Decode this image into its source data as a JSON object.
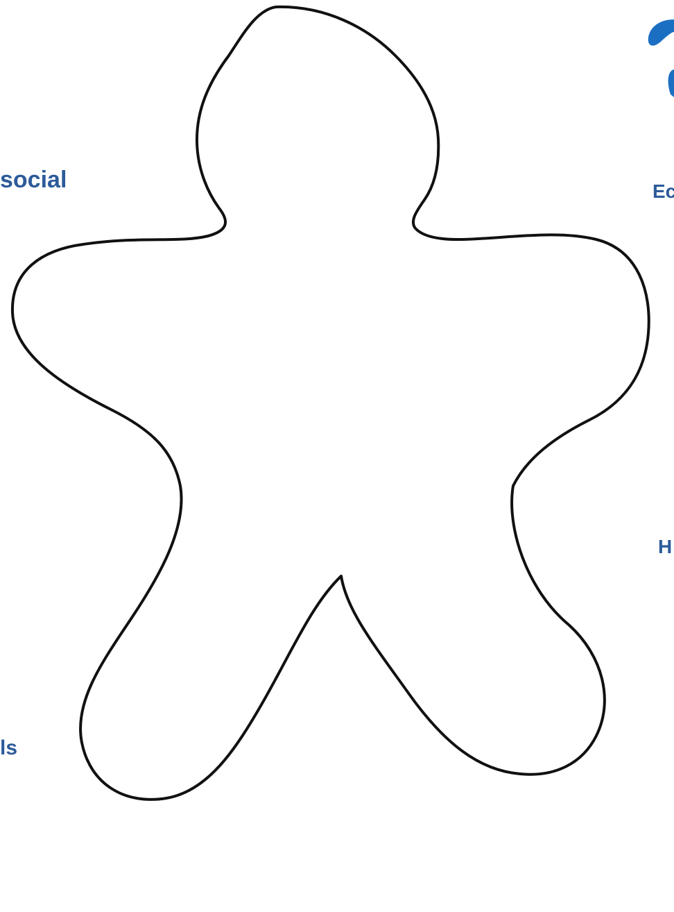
{
  "labels": {
    "left_top": "social",
    "right_top": "Ec",
    "right_middle": "H",
    "left_bottom": "ls"
  },
  "colors": {
    "outline": "#111111",
    "label_text": "#2d5b9a",
    "logo_blue": "#1b6fc2",
    "background": "#ffffff"
  },
  "icons": {
    "figure": "gingerbread-person-outline",
    "logo": "blue-arc-logo"
  }
}
